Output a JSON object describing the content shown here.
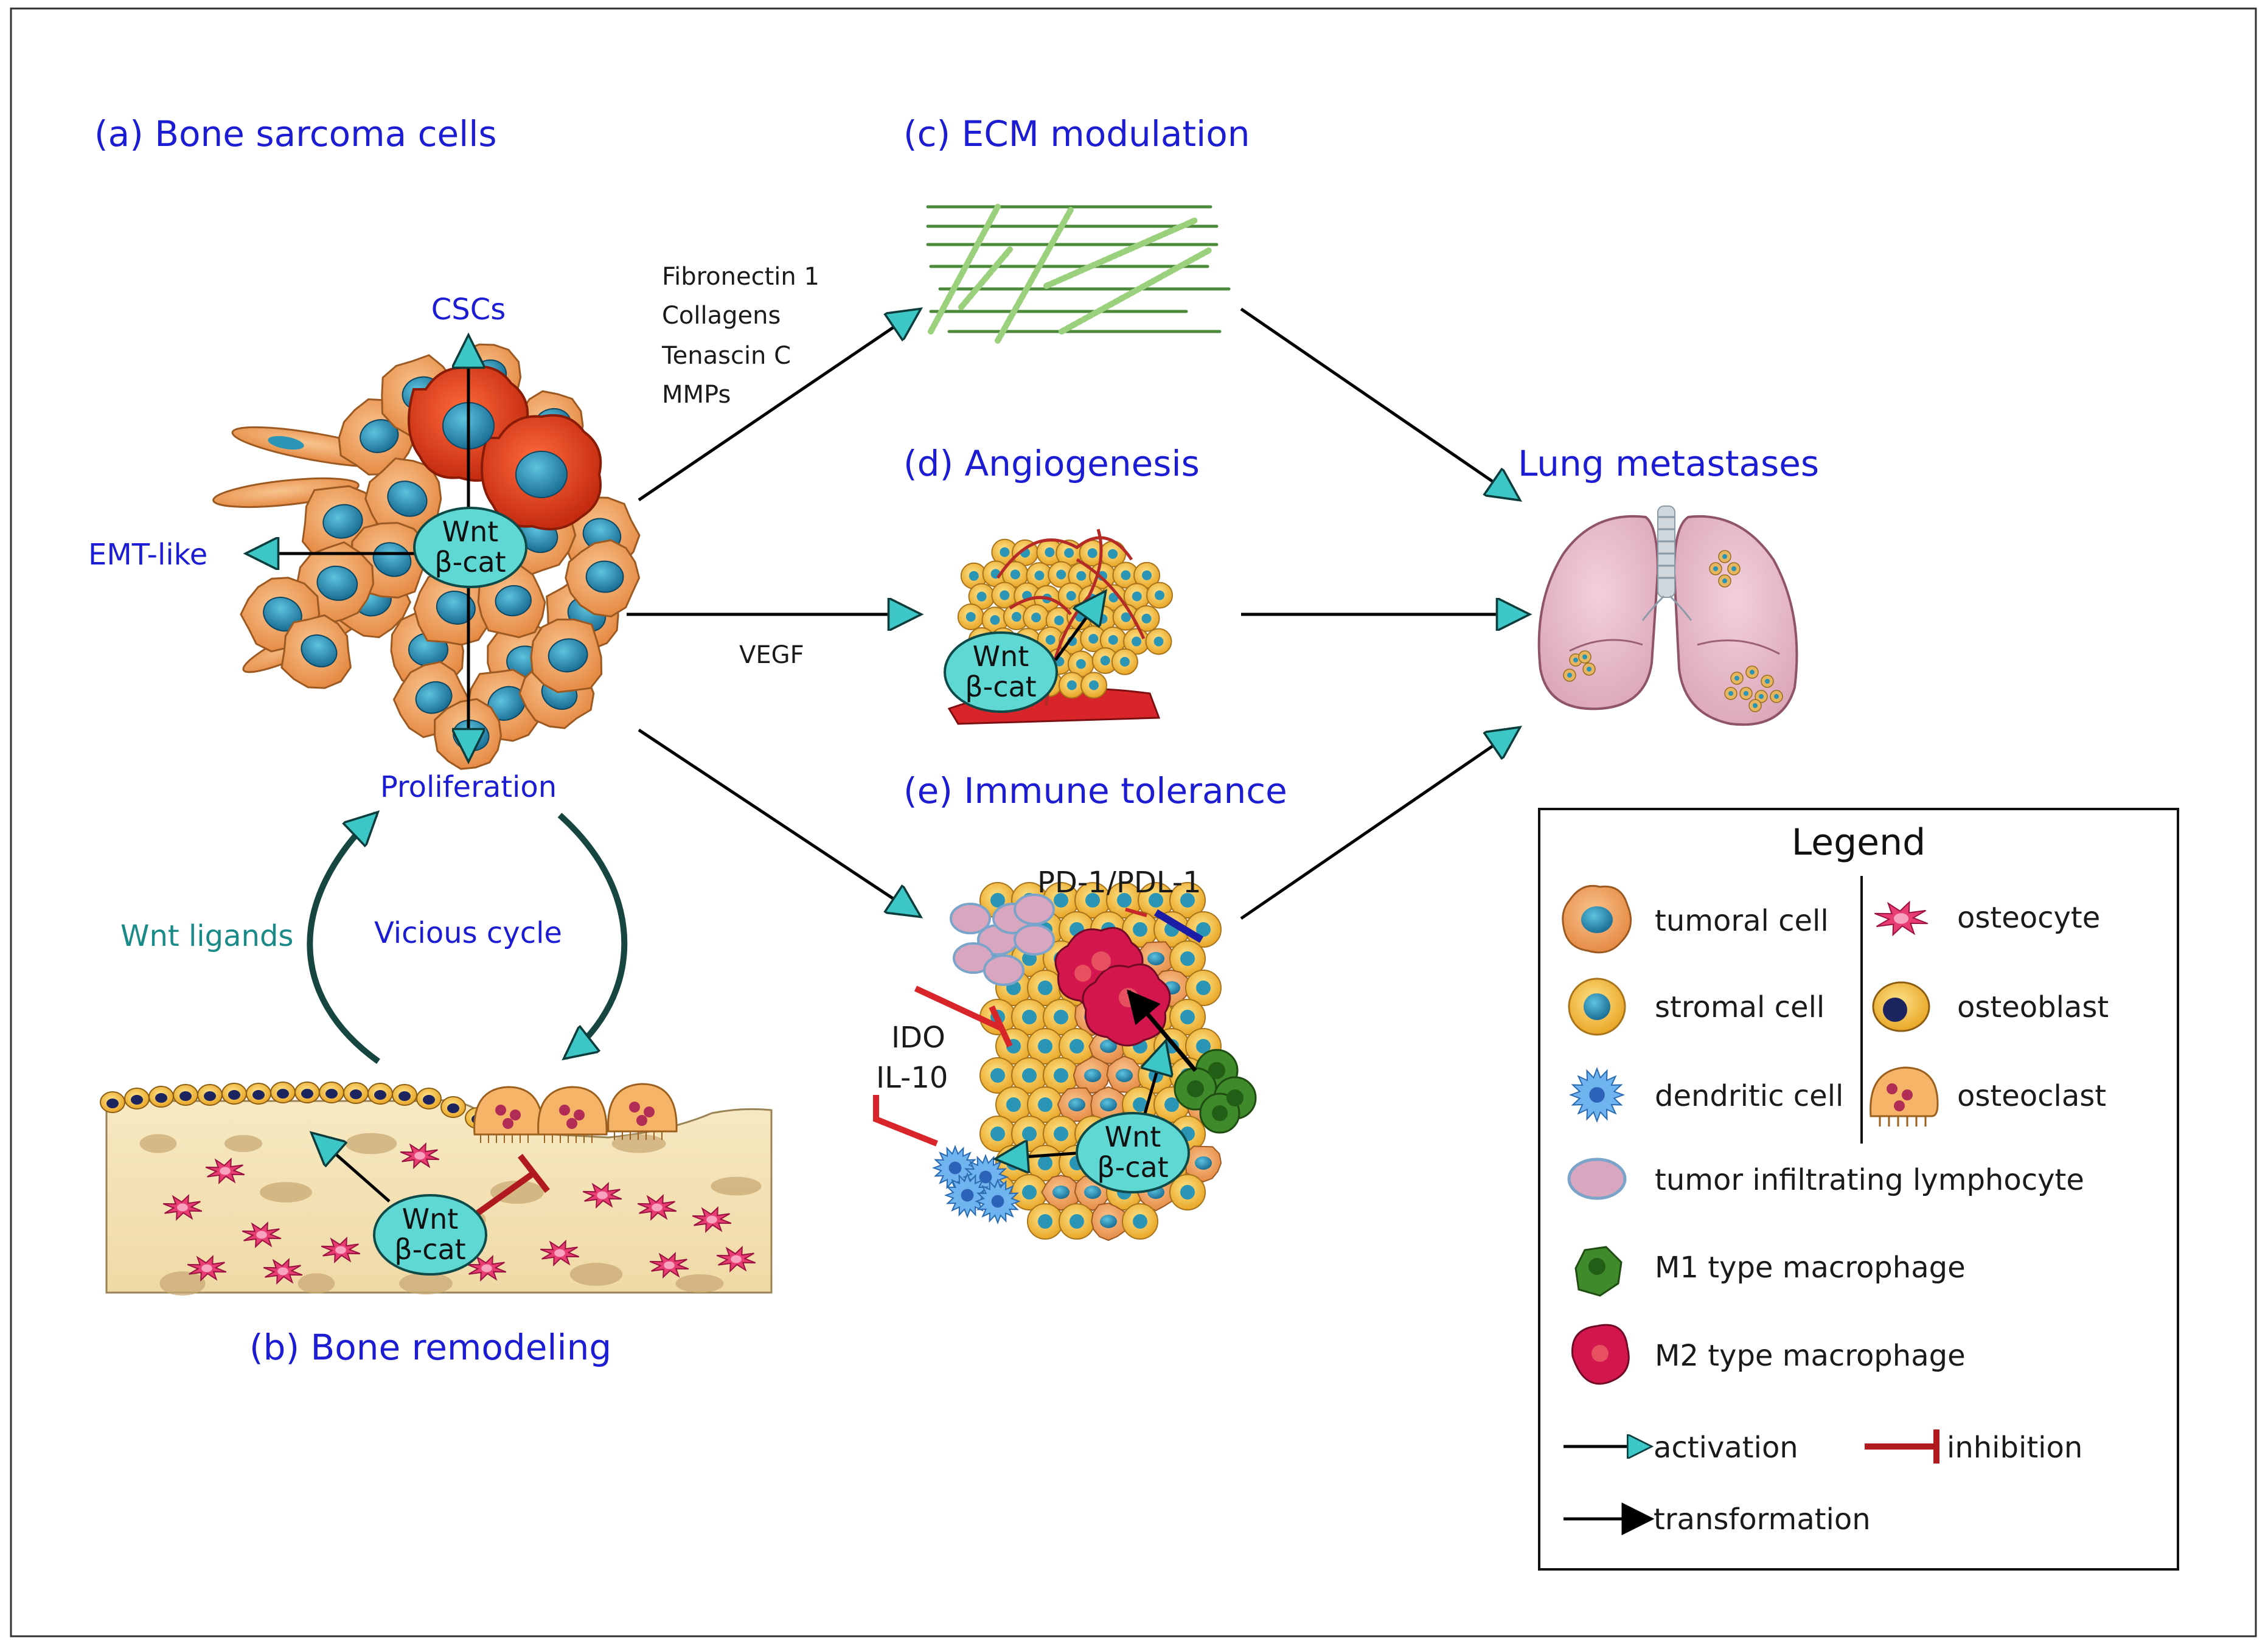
{
  "sections": {
    "a": "(a) Bone sarcoma cells",
    "b": "(b) Bone remodeling",
    "c": "(c) ECM modulation",
    "d": "(d) Angiogenesis",
    "e": "(e) Immune tolerance"
  },
  "outcome": "Lung metastases",
  "tumor_labels": {
    "cscs": "CSCs",
    "emt": "EMT-like",
    "proliferation": "Proliferation"
  },
  "cycle": {
    "wnt_ligands": "Wnt ligands",
    "vicious_cycle": "Vicious cycle"
  },
  "ecm_factors": [
    "Fibronectin 1",
    "Collagens",
    "Tenascin C",
    "MMPs"
  ],
  "angio_factor": "VEGF",
  "immune_labels": {
    "pd1": "PD-1/PDL-1",
    "ido": "IDO",
    "il10": "IL-10"
  },
  "wnt": {
    "line1": "Wnt",
    "line2": "β-cat"
  },
  "legend": {
    "title": "Legend",
    "tumoral": "tumoral cell",
    "stromal": "stromal cell",
    "dendritic": "dendritic cell",
    "osteocyte": "osteocyte",
    "osteoblast": "osteoblast",
    "osteoclast": "osteoclast",
    "til": "tumor infiltrating lymphocyte",
    "m1": "M1 type macrophage",
    "m2": "M2 type macrophage",
    "activation": "activation",
    "inhibition": "inhibition",
    "transformation": "transformation"
  },
  "colors": {
    "section_title": "#1c1cd2",
    "wnt_ellipse": "#5fd8d4",
    "activation_arrow": "#3cc6c6",
    "inhibition": "#d8252a",
    "tumoral_cell": "#f2a866",
    "nucleus": "#2b95b5"
  }
}
